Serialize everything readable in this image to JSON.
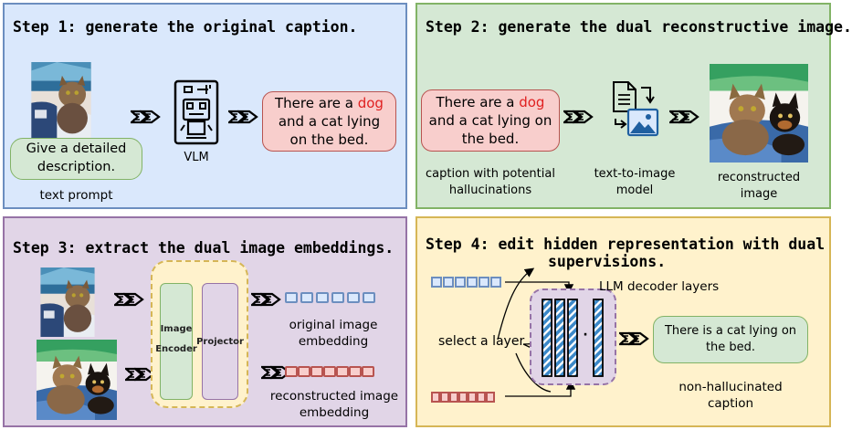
{
  "step1": {
    "title": "Step 1: generate the original caption.",
    "prompt_box": "Give a detailed description.",
    "prompt_label": "text prompt",
    "vlm_label": "VLM",
    "caption_pre": "There are a ",
    "caption_dog": "dog",
    "caption_post": " and a cat lying on the bed."
  },
  "step2": {
    "title": "Step 2: generate the dual reconstructive image.",
    "caption_pre": "There are a ",
    "caption_dog": "dog",
    "caption_post": " and a cat lying on the bed.",
    "caption_label": "caption with potential hallucinations",
    "t2i_label": "text-to-image model",
    "recon_label": "reconstructed image"
  },
  "step3": {
    "title": "Step 3: extract the dual image embeddings.",
    "image_encoder": "Image Encoder",
    "projector": "Projector",
    "original_embedding": "original image embedding",
    "reconstructed_embedding": "reconstructed image embedding"
  },
  "step4": {
    "title_line1": "Step 4: edit hidden representation with dual",
    "title_line2": "supervisions.",
    "llm_label": "LLM decoder layers",
    "select_label": "select a layer",
    "dots": "·",
    "output_box": "There is a cat lying on the bed.",
    "output_label": "non-hallucinated caption"
  },
  "colors": {
    "blue_panel": "#dae8fc",
    "green_panel": "#d5e8d4",
    "purple_panel": "#e1d5e7",
    "yellow_panel": "#fff2cc",
    "red_box": "#f8cecc",
    "dog_text": "#e02020",
    "original_embedding": "#6c8ebf",
    "reconstructed_embedding": "#b85450"
  },
  "icons": [
    "vlm-robot-icon",
    "text-to-image-icon",
    "double-arrow-icon",
    "cat-photo",
    "cat-dog-photo"
  ]
}
